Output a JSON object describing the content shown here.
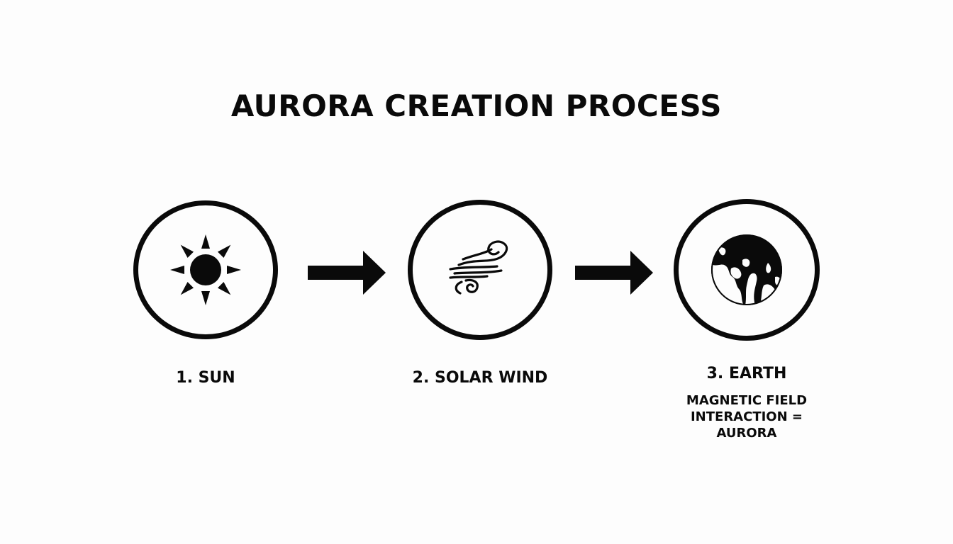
{
  "title": "AURORA CREATION PROCESS",
  "steps": [
    {
      "label": "1. SUN",
      "icon": "sun-icon"
    },
    {
      "label": "2. SOLAR WIND",
      "icon": "wind-icon"
    },
    {
      "label": "3. EARTH",
      "icon": "globe-icon",
      "description_lines": [
        "MAGNETIC FIELD",
        "INTERACTION =",
        "AURORA"
      ]
    }
  ],
  "connectors": [
    "arrow-right-icon",
    "arrow-right-icon"
  ],
  "colors": {
    "ink": "#0a0a0a",
    "background": "#fdfdfd"
  }
}
